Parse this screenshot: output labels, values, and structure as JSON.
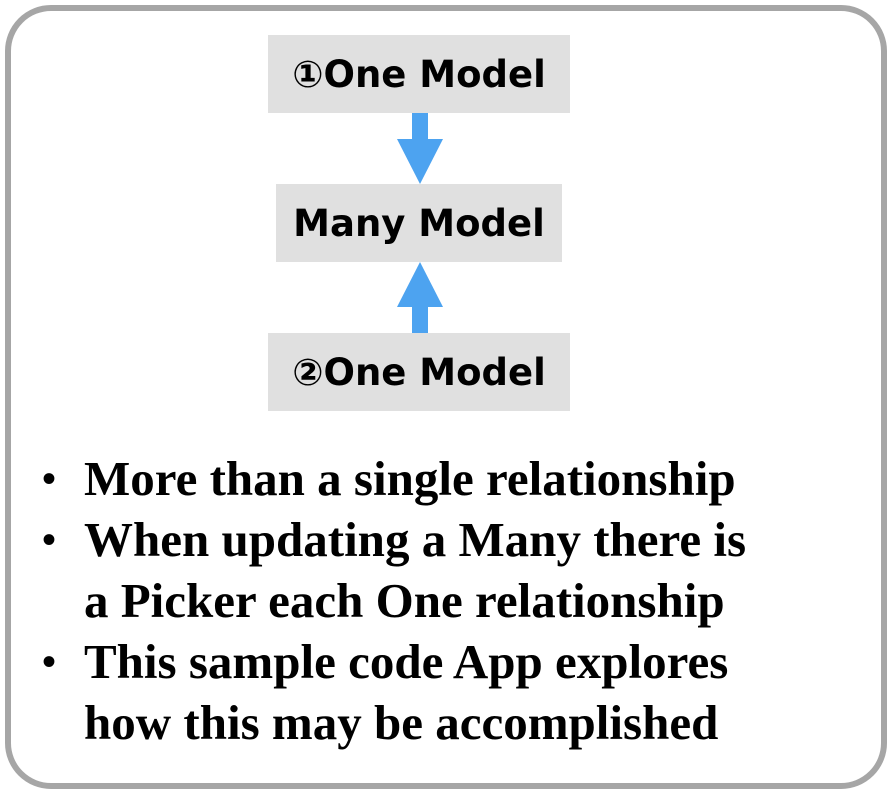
{
  "diagram": {
    "top_model": {
      "marker": "①",
      "label": "One Model"
    },
    "middle_model": {
      "label": "Many Model"
    },
    "bottom_model": {
      "marker": "②",
      "label": "One Model"
    },
    "arrow_color": "#4da3f0",
    "box_color": "#e0e0e0",
    "frame_color": "#a6a6a6"
  },
  "bullets": {
    "marker": "•",
    "items": [
      {
        "lines": [
          "More than a single relationship"
        ]
      },
      {
        "lines": [
          "When updating a Many there is",
          "a Picker each One relationship"
        ]
      },
      {
        "lines": [
          "This sample code App explores",
          "how this may be accomplished"
        ]
      }
    ]
  }
}
